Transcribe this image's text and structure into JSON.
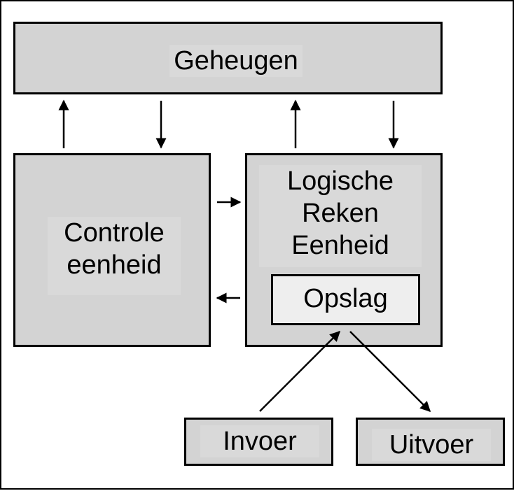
{
  "diagram": {
    "nodes": {
      "memory": "Geheugen",
      "control": "Controle\neenheid",
      "alu": "Logische\nReken\nEenheid",
      "storage": "Opslag",
      "input": "Invoer",
      "output": "Uitvoer"
    },
    "colors": {
      "box_fill": "#d3d3d3",
      "label_fill": "#d9d9d9",
      "storage_fill": "#eeeeee",
      "stroke": "#000000"
    },
    "edges": [
      {
        "from": "control",
        "to": "memory"
      },
      {
        "from": "memory",
        "to": "control"
      },
      {
        "from": "alu",
        "to": "memory"
      },
      {
        "from": "memory",
        "to": "alu"
      },
      {
        "from": "control",
        "to": "alu"
      },
      {
        "from": "alu",
        "to": "control"
      },
      {
        "from": "input",
        "to": "storage"
      },
      {
        "from": "storage",
        "to": "output"
      }
    ]
  }
}
